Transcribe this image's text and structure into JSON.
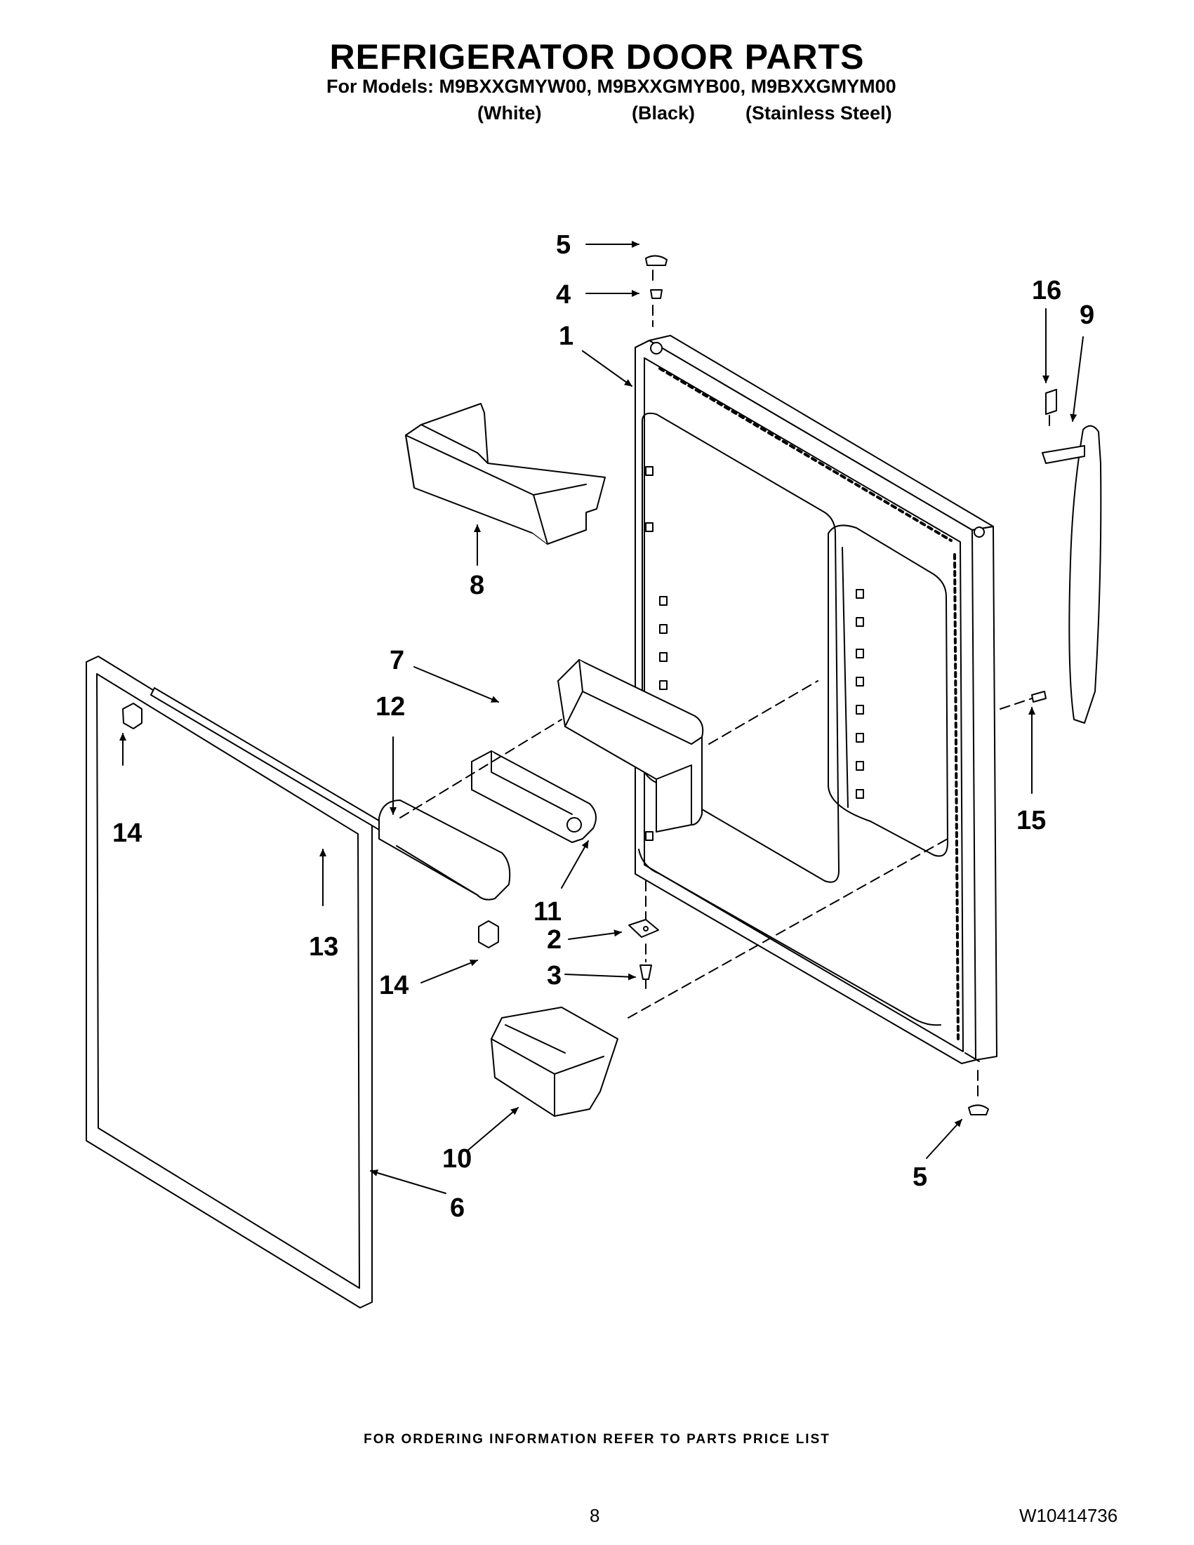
{
  "header": {
    "title": "REFRIGERATOR DOOR PARTS",
    "models_line": "For Models: M9BXXGMYW00, M9BXXGMYB00, M9BXXGMYM00",
    "variants": [
      "(White)",
      "(Black)",
      "(Stainless Steel)"
    ]
  },
  "callouts": {
    "c1": "1",
    "c2": "2",
    "c3": "3",
    "c4": "4",
    "c5_top": "5",
    "c5_bottom": "5",
    "c6": "6",
    "c7": "7",
    "c8": "8",
    "c9": "9",
    "c10": "10",
    "c11": "11",
    "c12": "12",
    "c13": "13",
    "c14_top": "14",
    "c14_bottom": "14",
    "c15": "15",
    "c16": "16"
  },
  "footer": {
    "ordering_note": "FOR ORDERING INFORMATION REFER TO PARTS PRICE LIST",
    "page_number": "8",
    "document_number": "W10414736"
  }
}
